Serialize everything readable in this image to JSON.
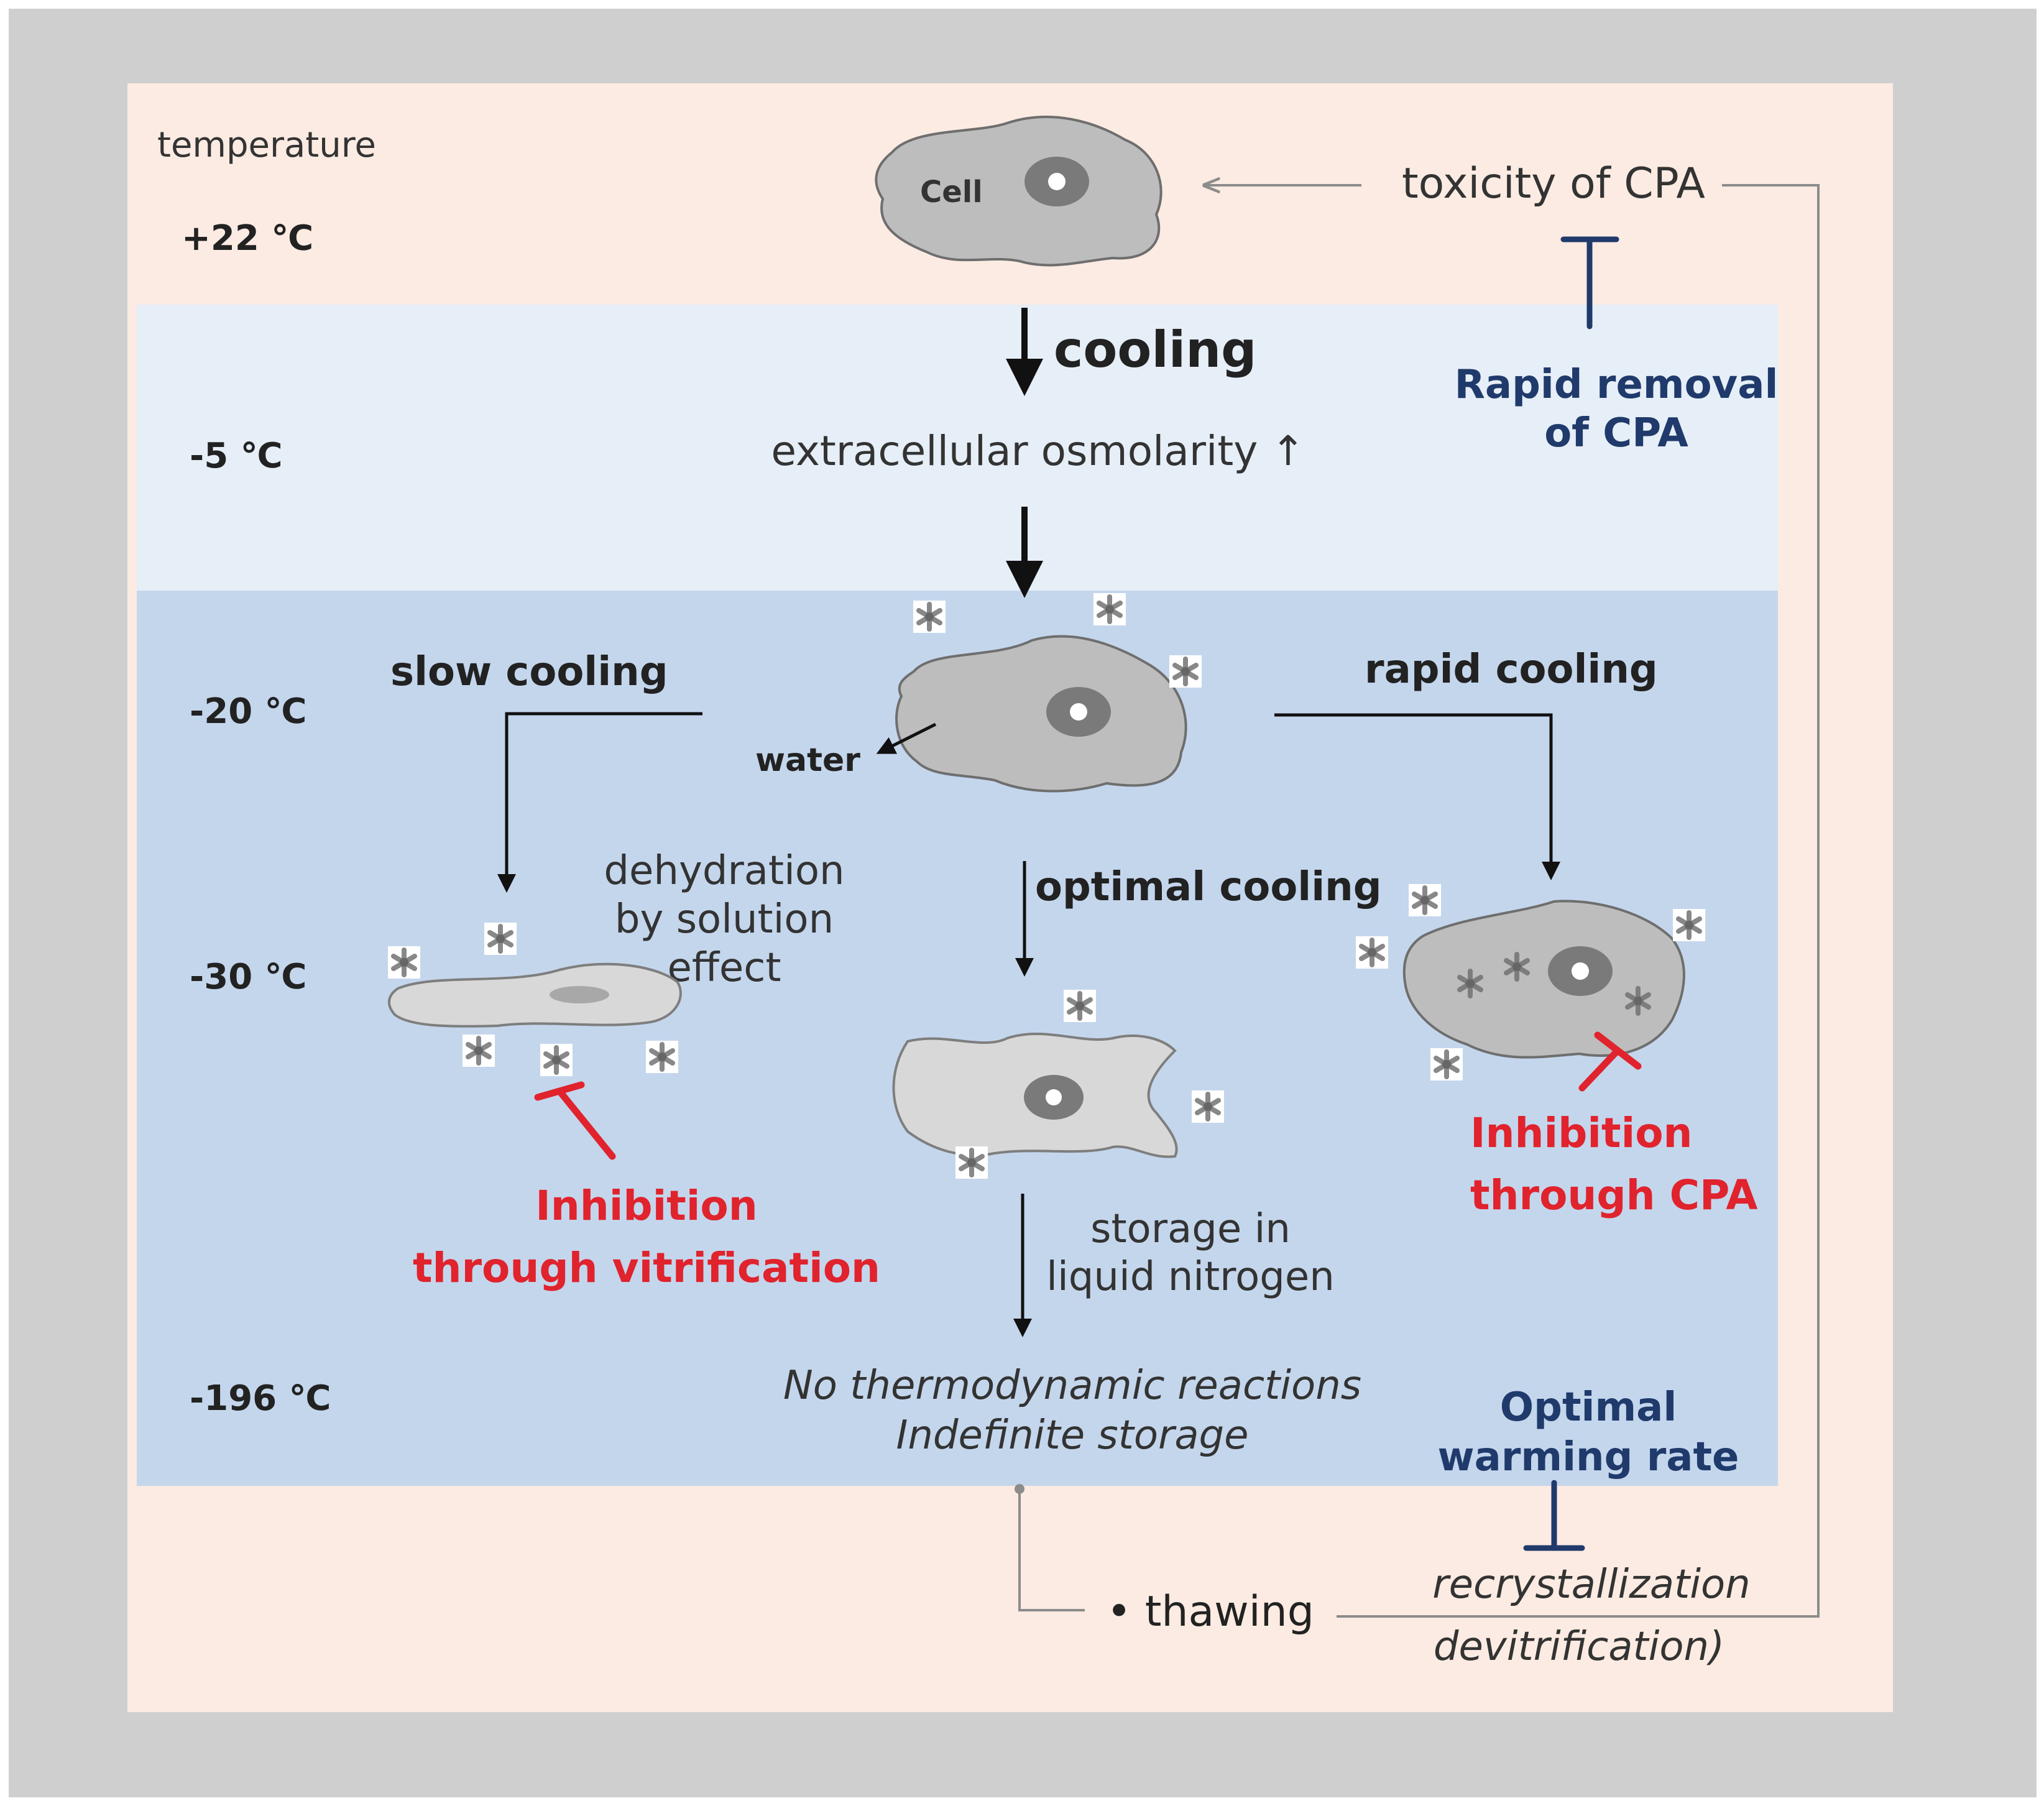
{
  "temperature_axis": {
    "title": "temperature",
    "levels": [
      "+22 ℃",
      "-5 ℃",
      "-20 ℃",
      "-30 ℃",
      "-196 ℃"
    ]
  },
  "top": {
    "cell_label": "Cell",
    "toxicity": "toxicity of CPA",
    "rapid_removal": [
      "Rapid removal",
      "of CPA"
    ]
  },
  "flow": {
    "cooling": "cooling",
    "osmolarity": "extracellular osmolarity ↑",
    "water": "water",
    "slow_cooling": "slow cooling",
    "rapid_cooling": "rapid  cooling",
    "optimal_cooling": "optimal cooling",
    "dehydration": [
      "dehydration",
      "by solution",
      "effect"
    ],
    "storage": [
      "storage in",
      "liquid nitrogen"
    ],
    "result": [
      "No thermodynamic reactions",
      "Indefinite storage"
    ]
  },
  "inhibition": {
    "vitrification": [
      "Inhibition",
      "through vitrification"
    ],
    "cpa": [
      "Inhibition",
      "through CPA"
    ]
  },
  "bottom": {
    "optimal_warming": [
      "Optimal",
      "warming rate"
    ],
    "thawing": "• thawing",
    "recrystallization": [
      "recrystallization",
      "devitrification)"
    ]
  },
  "colors": {
    "frame": "#cfcfcf",
    "warm_band": "#fcebe2",
    "light_blue_band": "#e6eef7",
    "mid_blue_band": "#c4d6ec",
    "cell_fill": "#bdbdbd",
    "cell_light": "#d8d8d8",
    "nucleus": "#7a7a7a",
    "text_dark": "#222222",
    "text_gray": "#3a3a3a",
    "navy": "#1f3a6b",
    "red": "#e0232d",
    "connector_gray": "#8c8c8c"
  }
}
